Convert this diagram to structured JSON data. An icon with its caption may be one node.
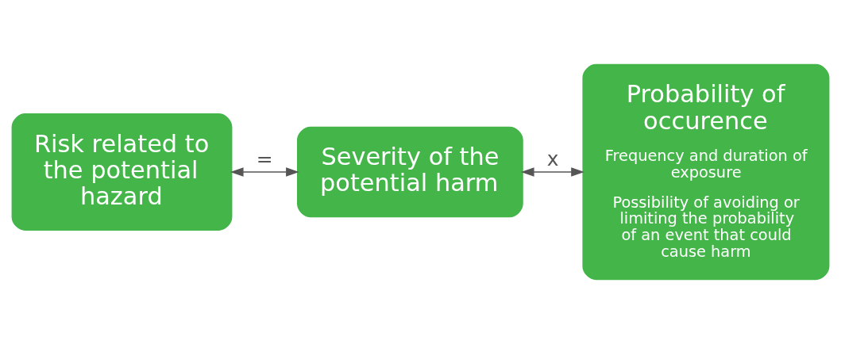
{
  "diagram": {
    "nodes": [
      {
        "text": [
          "Risk related to the potential hazard"
        ]
      },
      {
        "text": [
          "Severity of the potential harm"
        ]
      },
      {
        "text": [
          "Probability of occurence",
          "Frequency and duration of exposure",
          "Possibility of avoiding or limiting the probability of an event that could cause harm"
        ]
      }
    ],
    "edges": [
      {
        "from": 0,
        "to": 1,
        "arrow": "both",
        "label": "="
      },
      {
        "from": 1,
        "to": 2,
        "arrow": "both",
        "label": "x"
      }
    ]
  }
}
